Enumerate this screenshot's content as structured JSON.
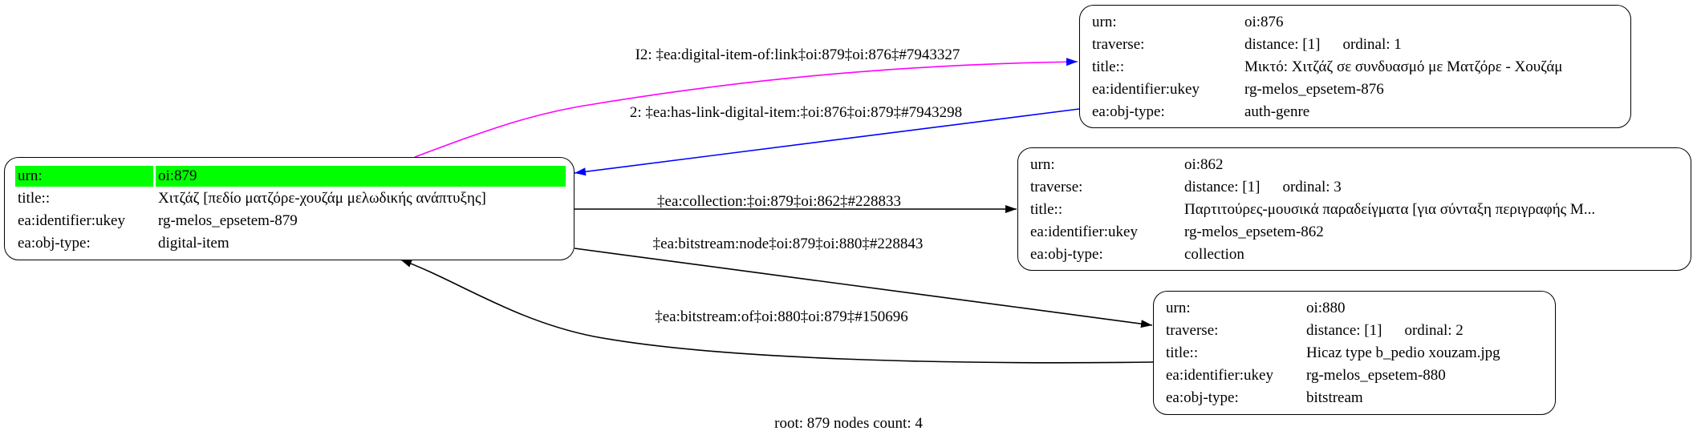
{
  "colors": {
    "highlight": "#00ff00",
    "edge_digital_item_of": "#ff00ff",
    "edge_has_link": "#0000ff",
    "edge_default": "#000000"
  },
  "nodes": {
    "n879": {
      "rows": [
        {
          "label": "urn:",
          "value": "oi:879"
        },
        {
          "label": "title::",
          "value": "Χιτζάζ [πεδίο ματζόρε-χουζάμ μελωδικής ανάπτυξης]"
        },
        {
          "label": "ea:identifier:ukey",
          "value": "rg-melos_epsetem-879"
        },
        {
          "label": "ea:obj-type:",
          "value": "digital-item"
        }
      ]
    },
    "n876": {
      "urn": {
        "label": "urn:",
        "value": "oi:876"
      },
      "traverse": {
        "label": "traverse:",
        "distance": "distance: [1]",
        "ordinal": "ordinal: 1"
      },
      "title": {
        "label": "title::",
        "value": "Μικτό: Χιτζάζ σε συνδυασμό με Ματζόρε - Χουζάμ"
      },
      "ukey": {
        "label": "ea:identifier:ukey",
        "value": "rg-melos_epsetem-876"
      },
      "type": {
        "label": "ea:obj-type:",
        "value": "auth-genre"
      }
    },
    "n862": {
      "urn": {
        "label": "urn:",
        "value": "oi:862"
      },
      "traverse": {
        "label": "traverse:",
        "distance": "distance: [1]",
        "ordinal": "ordinal: 3"
      },
      "title": {
        "label": "title::",
        "value": "Παρτιτούρες-μουσικά παραδείγματα [για σύνταξη περιγραφής Μ..."
      },
      "ukey": {
        "label": "ea:identifier:ukey",
        "value": "rg-melos_epsetem-862"
      },
      "type": {
        "label": "ea:obj-type:",
        "value": "collection"
      }
    },
    "n880": {
      "urn": {
        "label": "urn:",
        "value": "oi:880"
      },
      "traverse": {
        "label": "traverse:",
        "distance": "distance: [1]",
        "ordinal": "ordinal: 2"
      },
      "title": {
        "label": "title::",
        "value": "Hicaz type b_pedio xouzam.jpg"
      },
      "ukey": {
        "label": "ea:identifier:ukey",
        "value": "rg-melos_epsetem-880"
      },
      "type": {
        "label": "ea:obj-type:",
        "value": "bitstream"
      }
    }
  },
  "edges": {
    "digital_item_of": "I2: ‡ea:digital-item-of:link‡oi:879‡oi:876‡#7943327",
    "has_link": "2: ‡ea:has-link-digital-item:‡oi:876‡oi:879‡#7943298",
    "collection": "‡ea:collection:‡oi:879‡oi:862‡#228833",
    "bitstream_node": "‡ea:bitstream:node‡oi:879‡oi:880‡#228843",
    "bitstream_of": "‡ea:bitstream:of‡oi:880‡oi:879‡#150696"
  },
  "footer": "root: 879 nodes count: 4"
}
